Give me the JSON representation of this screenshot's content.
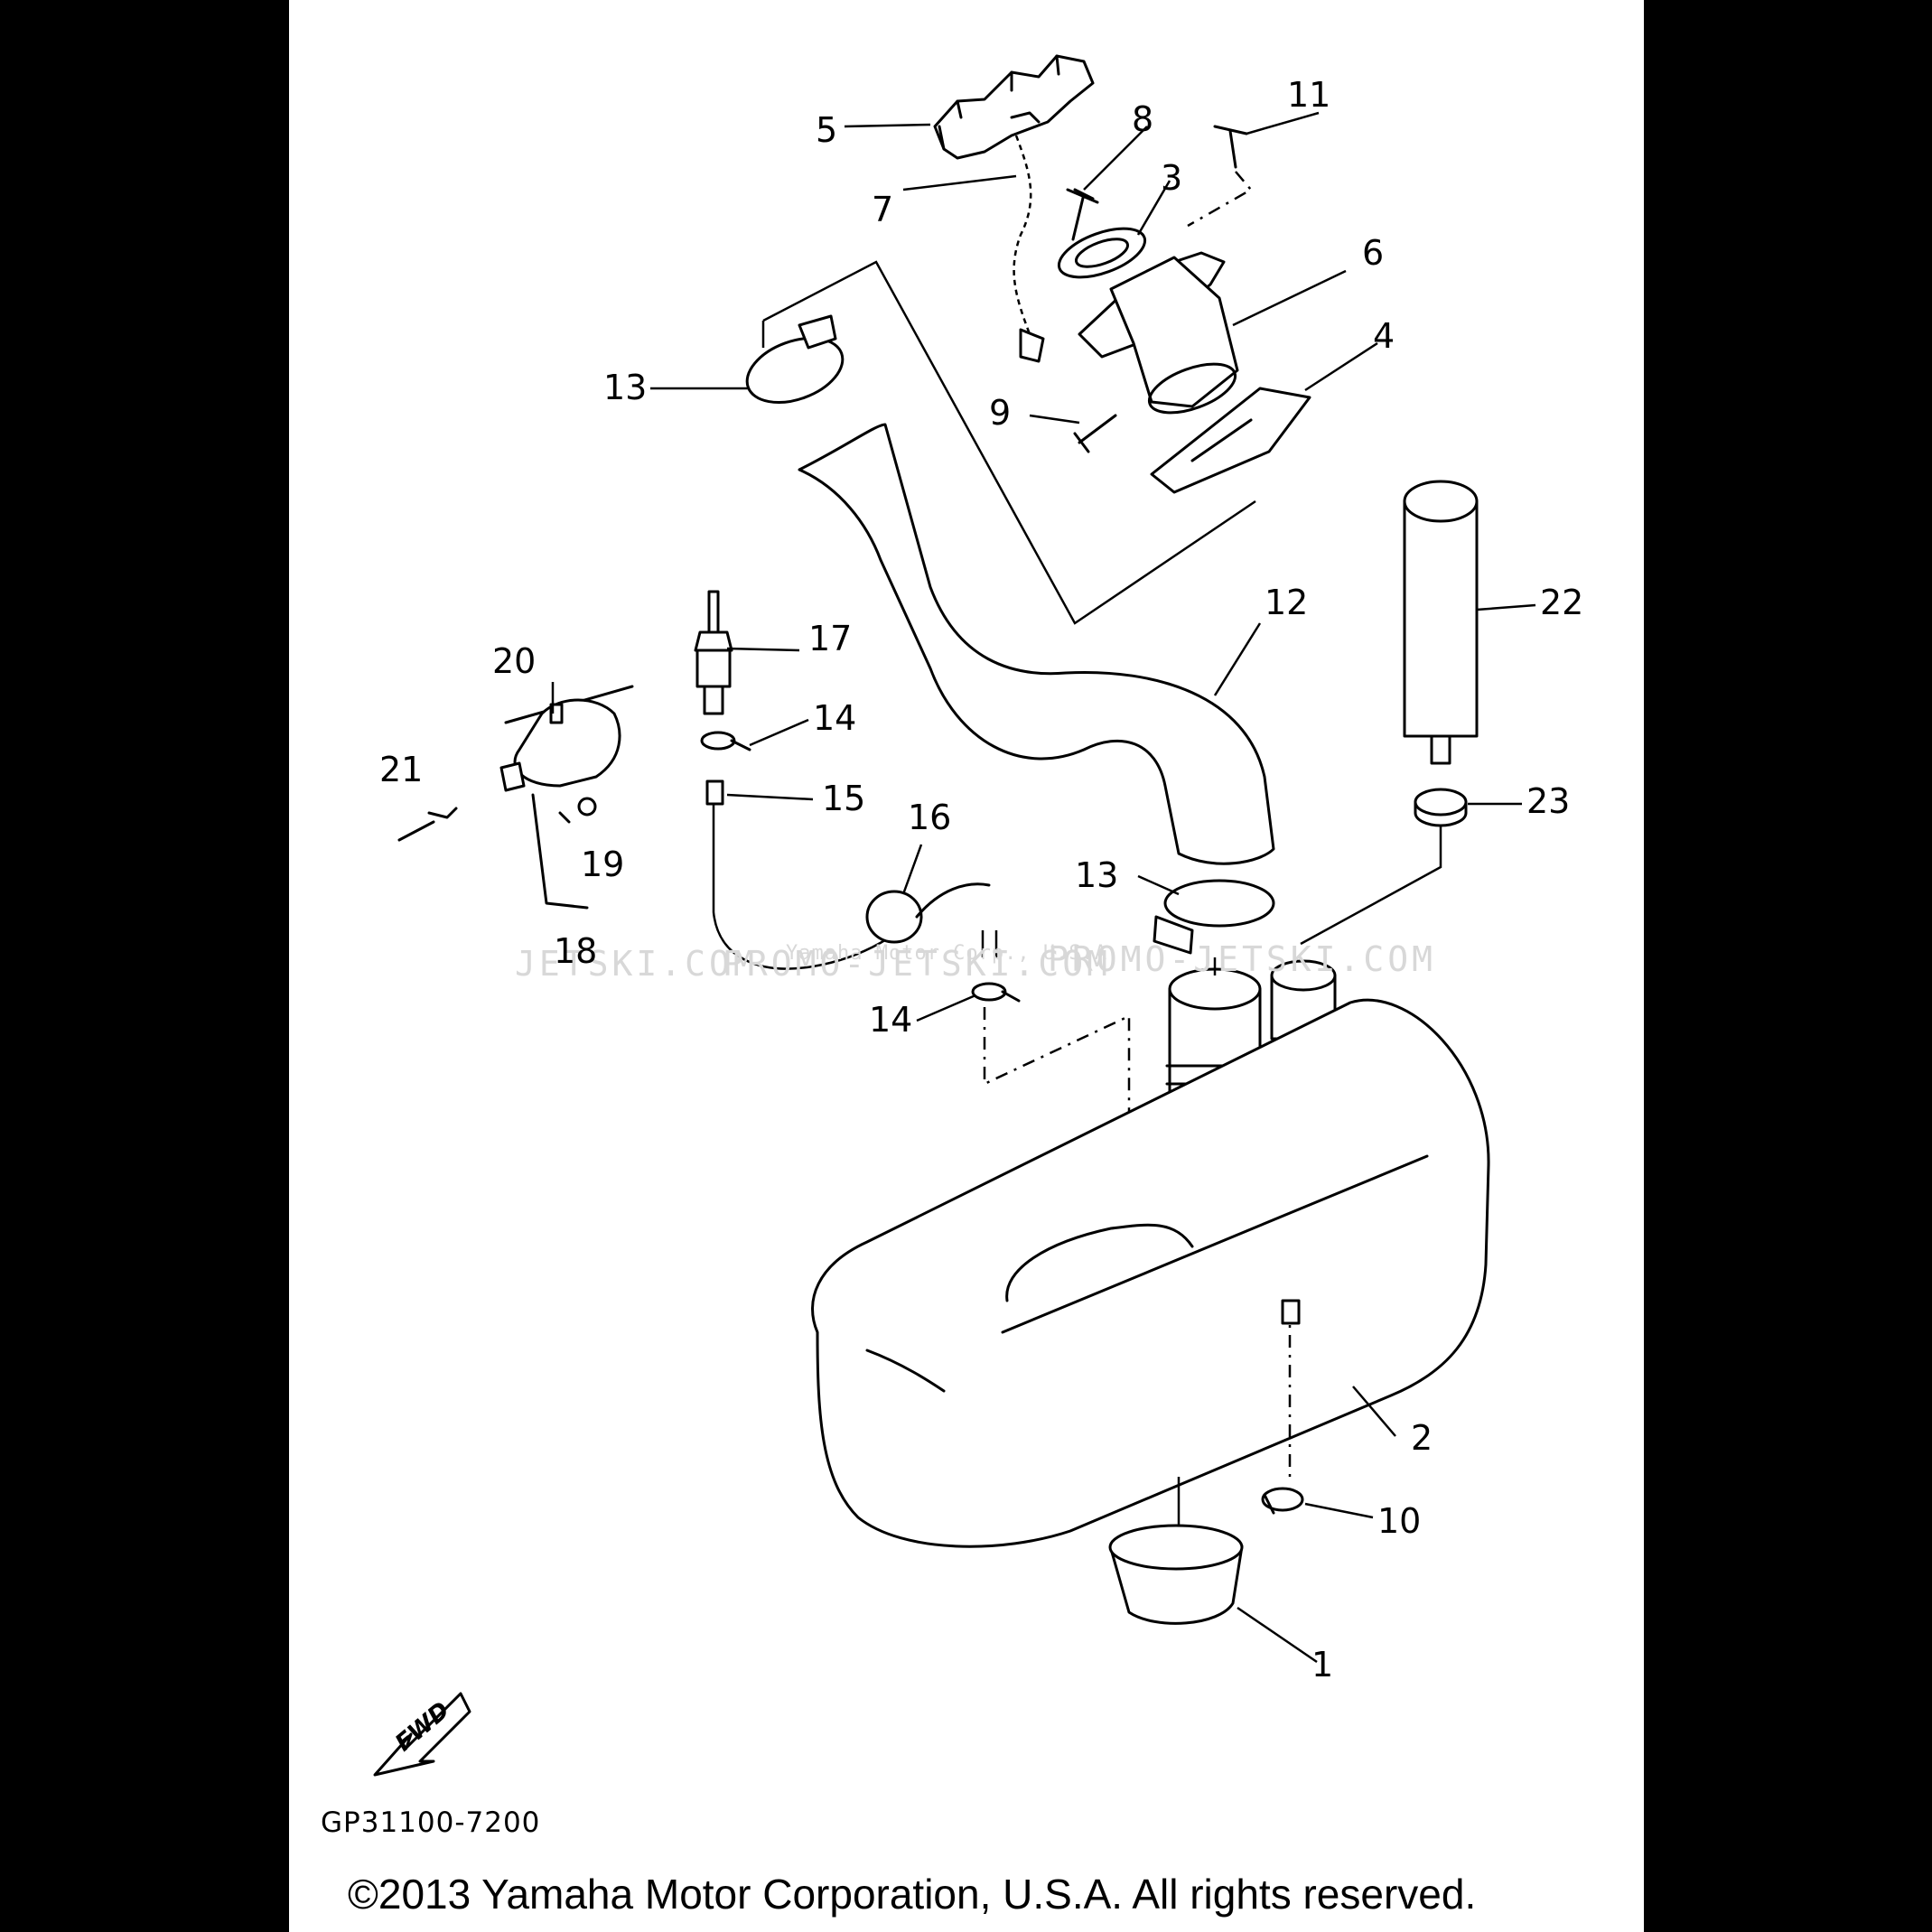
{
  "diagram": {
    "callouts": [
      "1",
      "2",
      "3",
      "4",
      "5",
      "6",
      "7",
      "8",
      "9",
      "10",
      "11",
      "12",
      "13",
      "13",
      "14",
      "14",
      "15",
      "16",
      "17",
      "18",
      "19",
      "20",
      "21",
      "22",
      "23"
    ],
    "watermark_texts": [
      "JETSKI.COM",
      "PROMO-JETSKI.COM",
      "Yamaha Motor Corp., U.S.A.",
      "PROMO-JETSKI.COM"
    ],
    "direction_label": "FWD",
    "drawing_code": "GP31100-7200"
  },
  "footer": {
    "copyright": "©2013 Yamaha Motor Corporation, U.S.A. All rights reserved."
  }
}
